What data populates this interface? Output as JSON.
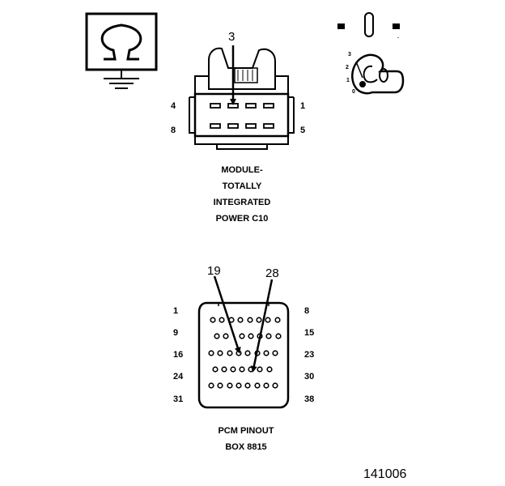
{
  "ohmmeter": {
    "icon": "ohmmeter-omega-icon"
  },
  "ignition": {
    "icon": "ignition-key-icon",
    "positions": [
      "3",
      "2",
      "1",
      "0"
    ]
  },
  "module_connector": {
    "pin_callout": "3",
    "corner_pins": {
      "top_left": "4",
      "top_right": "1",
      "bottom_left": "8",
      "bottom_right": "5"
    },
    "caption": [
      "MODULE-",
      "TOTALLY",
      "INTEGRATED",
      "POWER C10"
    ]
  },
  "pcm_connector": {
    "callouts": [
      "19",
      "28"
    ],
    "row_labels_left": [
      "1",
      "9",
      "16",
      "24",
      "31"
    ],
    "row_labels_right": [
      "8",
      "15",
      "23",
      "30",
      "38"
    ],
    "caption": [
      "PCM PINOUT",
      "BOX 8815"
    ]
  },
  "figure_number": "141006"
}
